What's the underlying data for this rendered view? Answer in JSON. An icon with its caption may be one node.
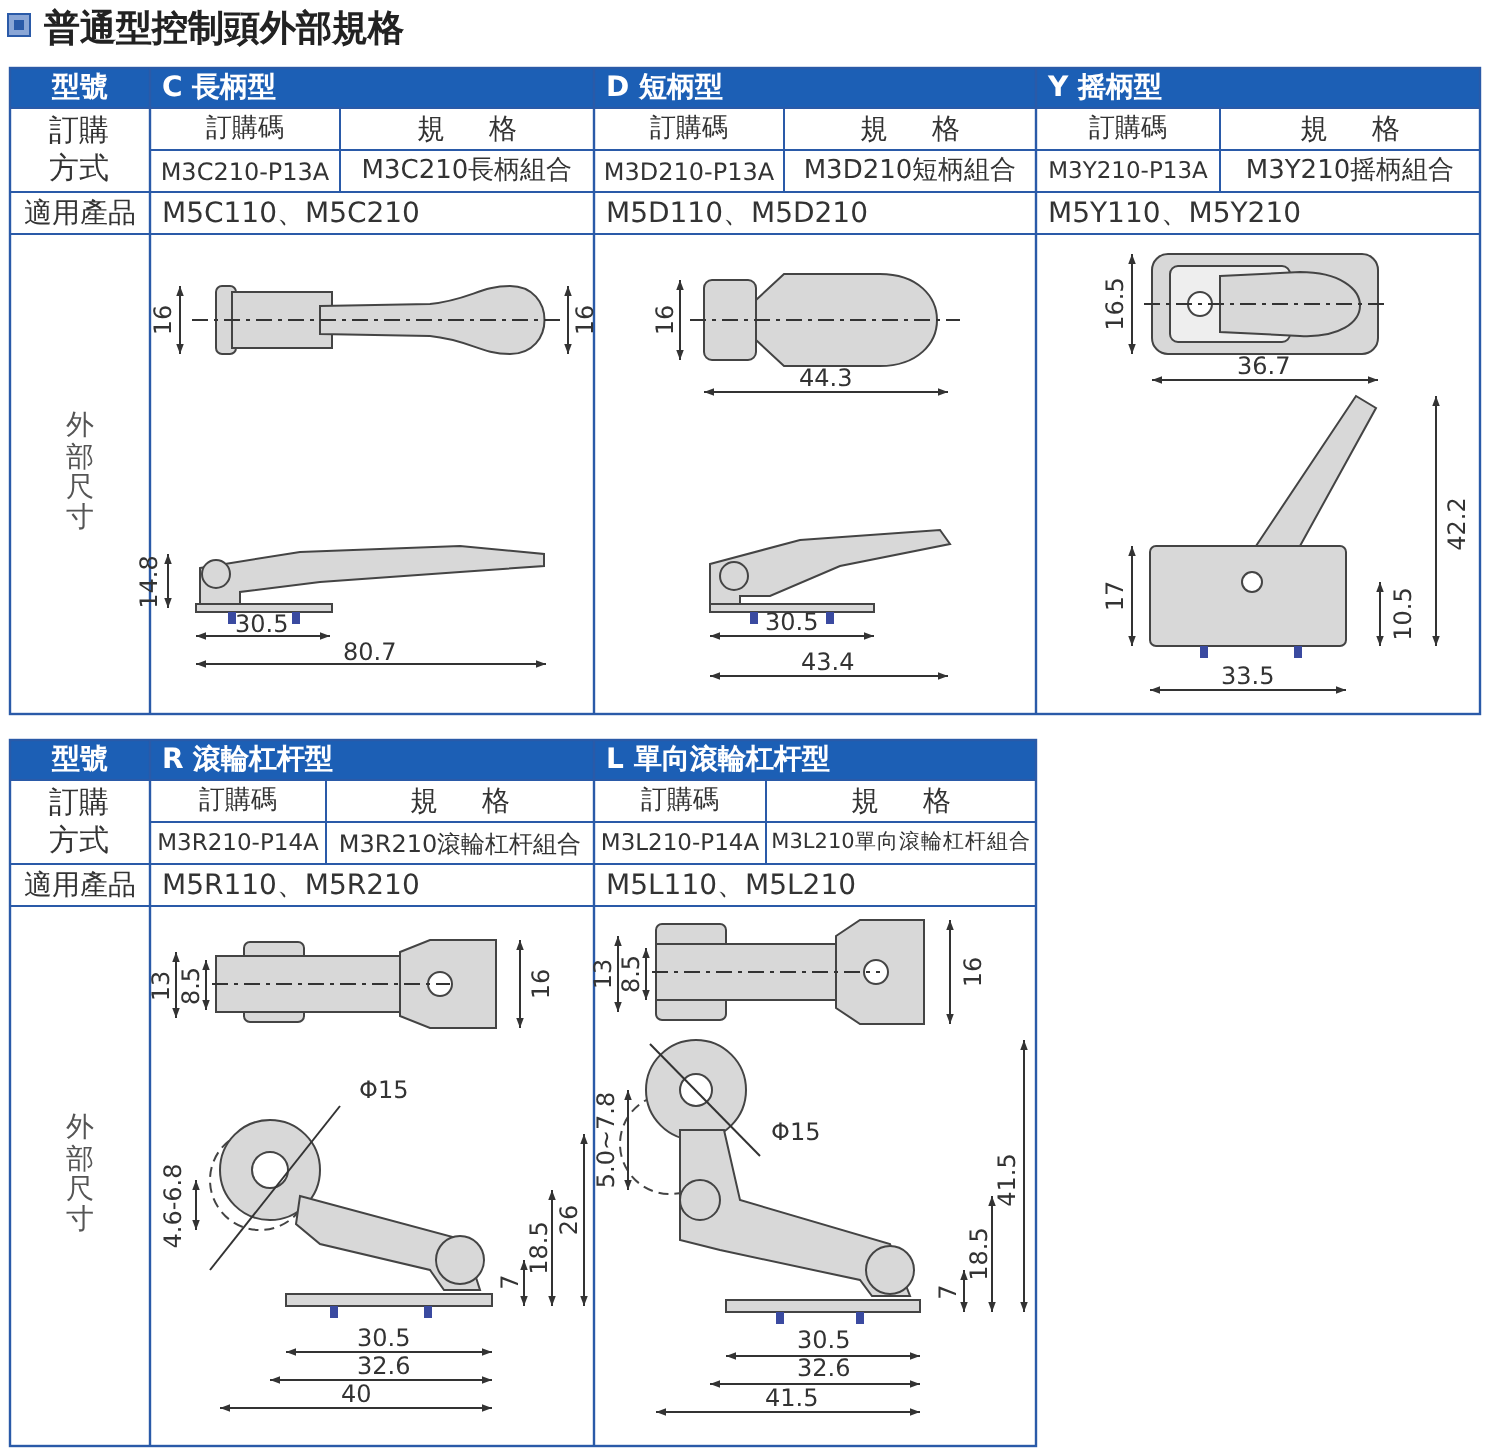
{
  "diagram": {
    "title": "普通型控制頭外部規格",
    "labels": [
      "型號",
      "C 長柄型",
      "D 短柄型",
      "Y 摇柄型",
      "訂購方式",
      "訂購碼",
      "規格",
      "訂購碼",
      "規格",
      "訂購碼",
      "規格",
      "M3C210-P13A",
      "M3C210長柄組合",
      "M3D210-P13A",
      "M3D210短柄組合",
      "M3Y210-P13A",
      "M3Y210摇柄組合",
      "適用產品",
      "M5C110、M5C210",
      "M5D110、M5D210",
      "M5Y110、M5Y210",
      "外部尺寸",
      "16",
      "16",
      "14.8",
      "30.5",
      "80.7",
      "16",
      "44.3",
      "30.5",
      "43.4",
      "16.5",
      "36.7",
      "42.2",
      "17",
      "10.5",
      "33.5",
      "型號",
      "R 滾輪杠杆型",
      "L 單向滾輪杠杆型",
      "訂購方式",
      "訂購碼",
      "規格",
      "訂購碼",
      "規格",
      "M3R210-P14A",
      "M3R210滾輪杠杆組合",
      "M3L210-P14A",
      "M3L210單向滾輪杠杆組合",
      "適用產品",
      "M5R110、M5R210",
      "M5L110、M5L210",
      "外部尺寸",
      "13",
      "8.5",
      "16",
      "Φ15",
      "4.6-6.8",
      "18.5",
      "26",
      "7",
      "30.5",
      "32.6",
      "40",
      "13",
      "8.5",
      "16",
      "5.0~7.8",
      "Φ15",
      "41.5",
      "18.5",
      "7",
      "30.5",
      "32.6",
      "41.5"
    ]
  }
}
